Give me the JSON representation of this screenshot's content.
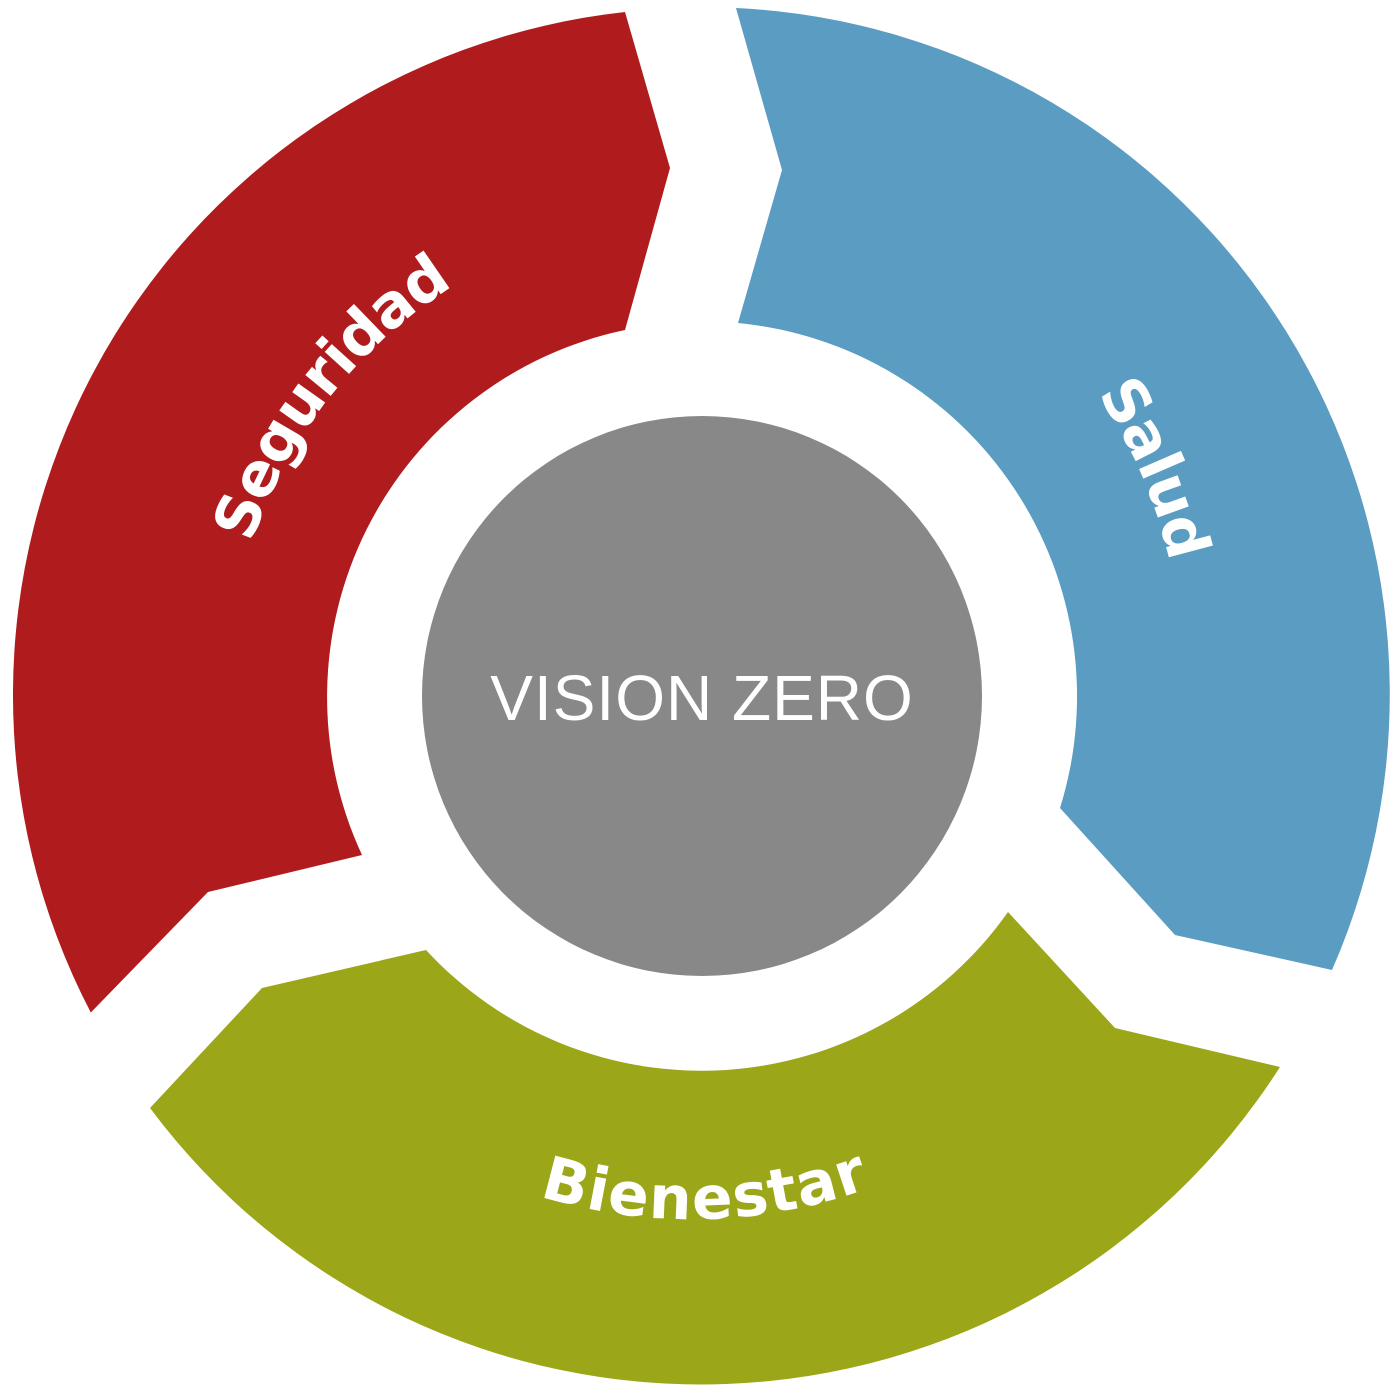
{
  "center": {
    "label": "VISION ZERO",
    "color": "#888888"
  },
  "segments": [
    {
      "id": "seguridad",
      "label": "Seguridad",
      "color": "#B01C1E"
    },
    {
      "id": "salud",
      "label": "Salud",
      "color": "#5A9CC2"
    },
    {
      "id": "bienestar",
      "label": "Bienestar",
      "color": "#9BA618"
    }
  ]
}
